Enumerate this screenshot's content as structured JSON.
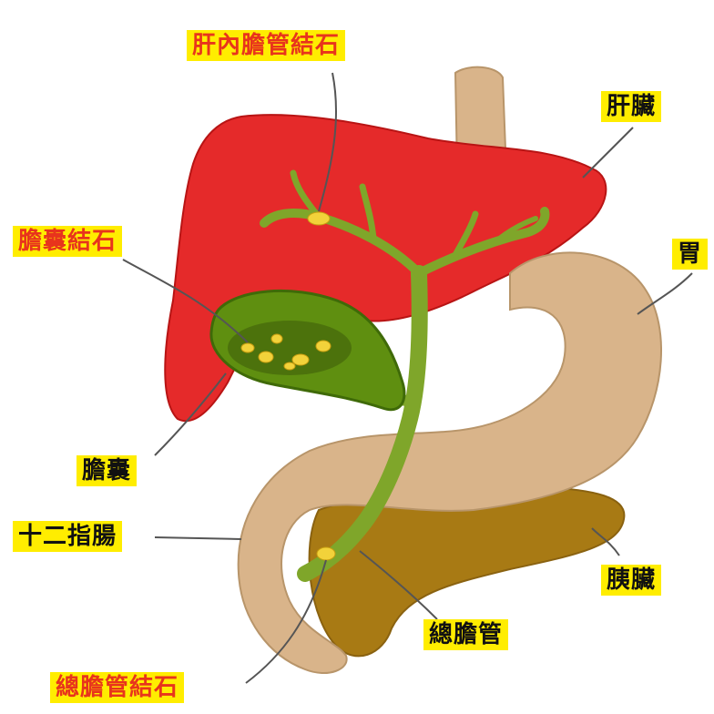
{
  "labels": {
    "intrahepatic_stone": "肝內膽管結石",
    "liver": "肝臟",
    "gallstone": "膽囊結石",
    "stomach": "胃",
    "gallbladder": "膽囊",
    "duodenum": "十二指腸",
    "pancreas": "胰臟",
    "common_bile_duct": "總膽管",
    "cbd_stone": "總膽管結石"
  },
  "colors": {
    "liver": "#e52a2a",
    "gallbladder": "#5f8f10",
    "bile_duct": "#7fa62a",
    "stone": "#f2d23a",
    "stomach": "#d9b48a",
    "pancreas": "#a87a14",
    "label_bg": "#ffed00",
    "label_red_text": "#e8341c",
    "label_dark_text": "#111111"
  }
}
